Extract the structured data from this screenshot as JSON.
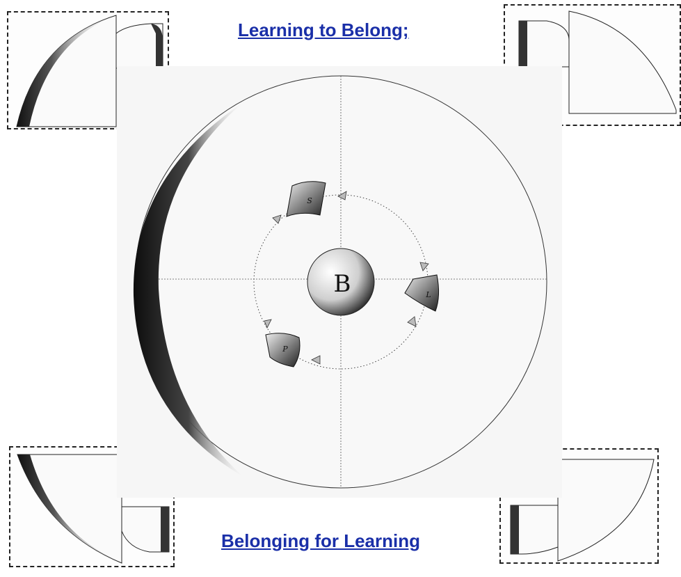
{
  "titles": {
    "top": "Learning to Belong;",
    "bottom": "Belonging for Learning"
  },
  "diagram": {
    "center_label": "B",
    "segments": [
      {
        "label": "S"
      },
      {
        "label": "L"
      },
      {
        "label": "P"
      }
    ]
  },
  "colors": {
    "title": "#1a2fa8",
    "ink": "#111111",
    "dashed_border": "#222222"
  }
}
